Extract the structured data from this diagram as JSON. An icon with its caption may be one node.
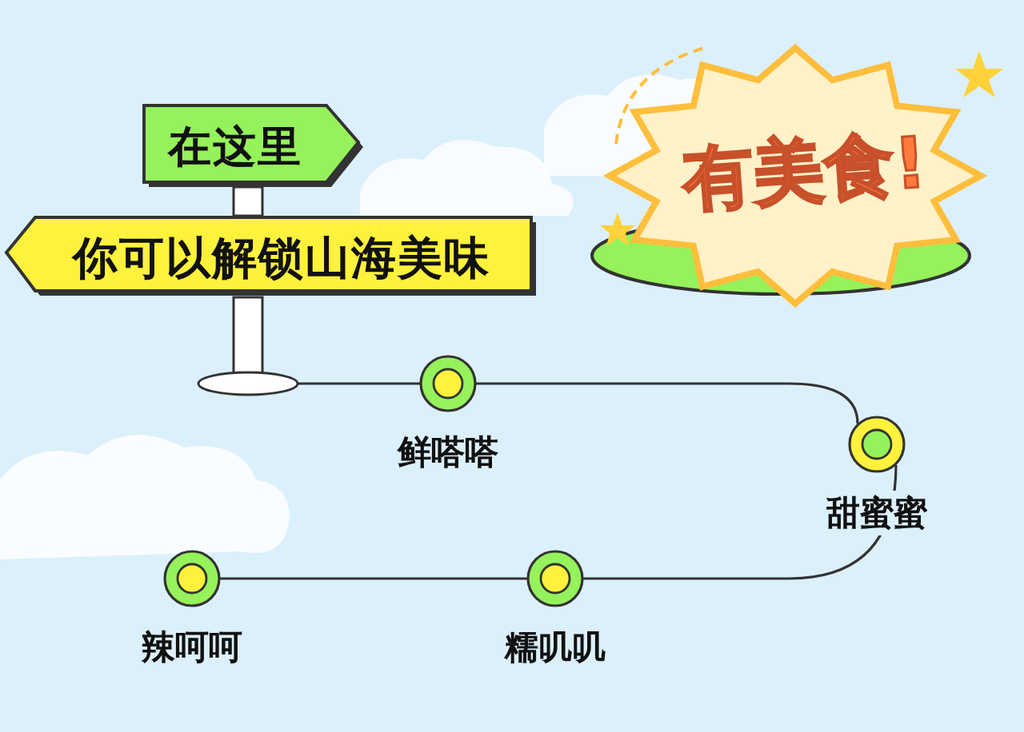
{
  "diagram": {
    "title": "有美食!",
    "nodes": [
      {
        "text": [
          "在这里"
        ]
      },
      {
        "text": [
          "你可以解锁山海美味"
        ]
      },
      {
        "text": [],
        "shape": "picture"
      },
      {
        "text": [],
        "shape": "circle",
        "beside": [
          "鲜嗒嗒"
        ]
      },
      {
        "text": [],
        "shape": "circle",
        "beside": [
          "甜蜜蜜"
        ]
      },
      {
        "text": [],
        "shape": "circle",
        "beside": [
          "糯叽叽"
        ]
      },
      {
        "text": [],
        "shape": "circle",
        "beside": [
          "辣呵呵"
        ]
      }
    ],
    "edges": [
      {
        "from": 2,
        "to": 3,
        "arrow": "none"
      },
      {
        "from": 3,
        "to": 4,
        "arrow": "none"
      },
      {
        "from": 4,
        "to": 5,
        "arrow": "none"
      },
      {
        "from": 5,
        "to": 6,
        "arrow": "none"
      }
    ]
  }
}
